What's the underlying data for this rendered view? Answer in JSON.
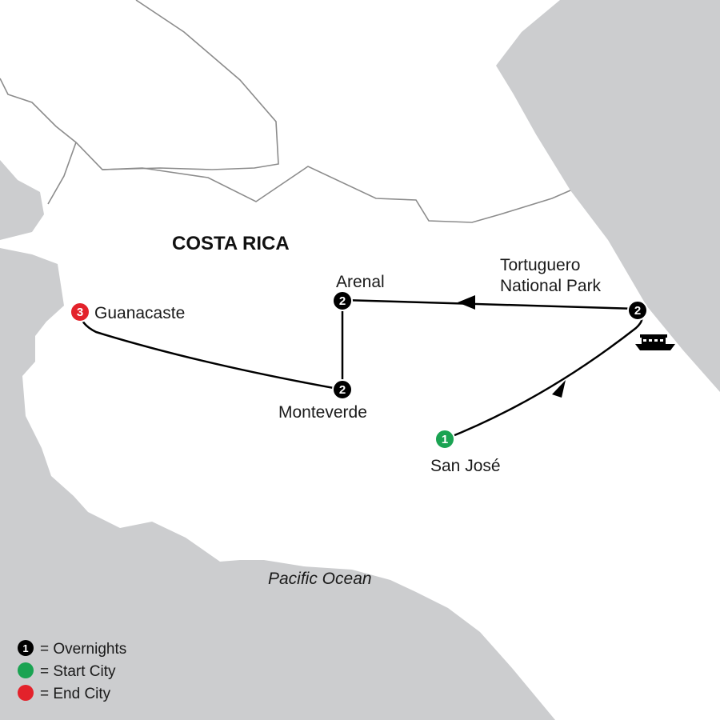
{
  "map": {
    "country_label": "COSTA RICA",
    "ocean_label": "Pacific Ocean",
    "colors": {
      "sea": "#cccdcf",
      "land": "#ffffff",
      "border": "#8c8c8c",
      "route": "#000000",
      "start": "#1aa352",
      "end": "#e3222b",
      "overnight": "#000000"
    },
    "stops": [
      {
        "name": "San José",
        "nights": "1",
        "type": "start"
      },
      {
        "name": "Tortuguero National Park",
        "name_line1": "Tortuguero",
        "name_line2": "National Park",
        "nights": "2",
        "type": "overnight"
      },
      {
        "name": "Arenal",
        "nights": "2",
        "type": "overnight"
      },
      {
        "name": "Monteverde",
        "nights": "2",
        "type": "overnight"
      },
      {
        "name": "Guanacaste",
        "nights": "3",
        "type": "end"
      }
    ],
    "boat_icon": "boat-icon"
  },
  "legend": {
    "items": [
      {
        "symbol": "1",
        "label": "= Overnights",
        "color": "#000000"
      },
      {
        "symbol": "",
        "label": "= Start City",
        "color": "#1aa352"
      },
      {
        "symbol": "",
        "label": "= End City",
        "color": "#e3222b"
      }
    ]
  }
}
